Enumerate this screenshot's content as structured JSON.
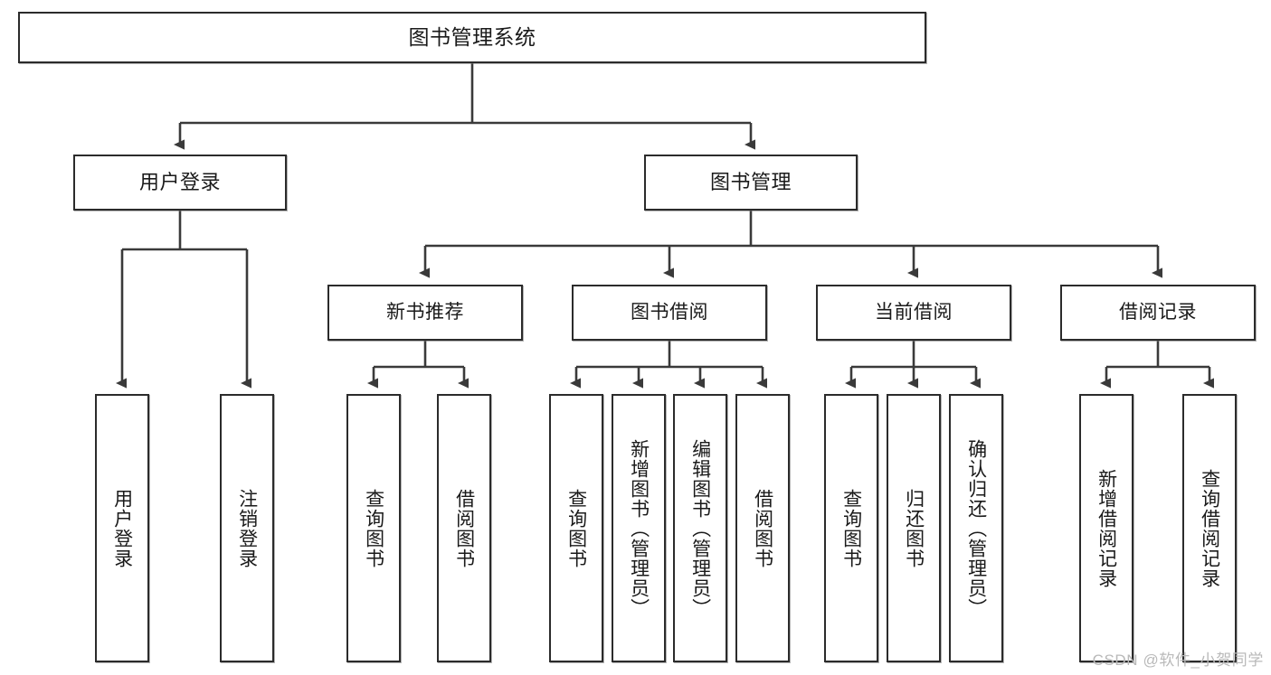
{
  "diagram": {
    "type": "tree-hierarchy",
    "title": "图书管理系统",
    "watermark": "CSDN @软件_小贺同学",
    "colors": {
      "box_border": "#2b2b2b",
      "box_fill": "#ffffff",
      "edge": "#3a3a3a",
      "text": "#1a1a1a",
      "watermark": "#b9b9b9",
      "background": "#ffffff"
    },
    "nodes": {
      "root": {
        "label": "图书管理系统"
      },
      "level2": [
        {
          "id": "user-login",
          "label": "用户登录"
        },
        {
          "id": "book-manage",
          "label": "图书管理"
        }
      ],
      "level3": [
        {
          "id": "new-book-rec",
          "label": "新书推荐"
        },
        {
          "id": "book-borrow",
          "label": "图书借阅"
        },
        {
          "id": "current-borrow",
          "label": "当前借阅"
        },
        {
          "id": "borrow-record",
          "label": "借阅记录"
        }
      ],
      "leaves": {
        "user_login": [
          {
            "id": "leaf-user-login",
            "label": "用户登录"
          },
          {
            "id": "leaf-logout",
            "label": "注销登录"
          }
        ],
        "new_book_rec": [
          {
            "id": "leaf-query-book-1",
            "label": "查询图书"
          },
          {
            "id": "leaf-borrow-book-1",
            "label": "借阅图书"
          }
        ],
        "book_borrow": [
          {
            "id": "leaf-query-book-2",
            "label": "查询图书"
          },
          {
            "id": "leaf-add-book",
            "label": "新增图书（管理员）"
          },
          {
            "id": "leaf-edit-book",
            "label": "编辑图书（管理员）"
          },
          {
            "id": "leaf-borrow-book-2",
            "label": "借阅图书"
          }
        ],
        "current_borrow": [
          {
            "id": "leaf-query-book-3",
            "label": "查询图书"
          },
          {
            "id": "leaf-return-book",
            "label": "归还图书"
          },
          {
            "id": "leaf-confirm-return",
            "label": "确认归还（管理员）"
          }
        ],
        "borrow_record": [
          {
            "id": "leaf-add-record",
            "label": "新增借阅记录"
          },
          {
            "id": "leaf-query-record",
            "label": "查询借阅记录"
          }
        ]
      }
    }
  }
}
